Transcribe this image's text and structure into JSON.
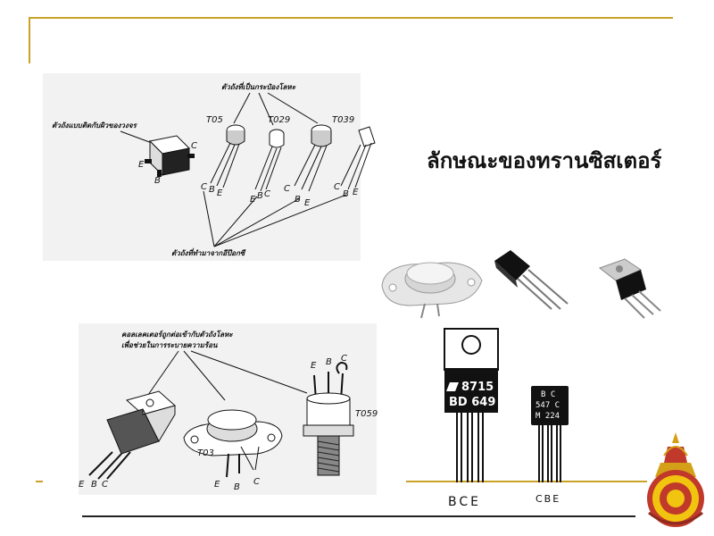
{
  "slide": {
    "title": "ลักษณะของทรานซิสเตอร์"
  },
  "top_diagram": {
    "label_metal_case": "ตัวถังที่เป็นกระป๋องโลหะ",
    "label_smd": "ตัวถังแบบติดกับผิวของวงจร",
    "label_epoxy": "ตัวถังที่ทำมาจากอีป๊อกซี",
    "packages": [
      "T05",
      "T029",
      "T039"
    ],
    "smd_pins": [
      "C",
      "E",
      "B"
    ],
    "pin_letters": [
      "C",
      "B",
      "E"
    ]
  },
  "bottom_diagram": {
    "label_collector_line1": "คอลเลคเตอร์ถูกต่อเข้ากับตัวถังโลหะ",
    "label_collector_line2": "เพื่อช่วยในการระบายความร้อน",
    "package_t03": "T03",
    "package_t059": "T059",
    "to220_pins": [
      "E",
      "B",
      "C"
    ],
    "t03_pins": [
      "E",
      "B",
      "C"
    ],
    "t059_pins": [
      "E",
      "B",
      "C"
    ]
  },
  "large_transistor": {
    "marking_line1": "8715",
    "marking_line2": "BD 649",
    "pin_label": "BCE"
  },
  "small_transistor": {
    "marking_line1": "B C",
    "marking_line2": "547 C",
    "marking_line3": "M 224",
    "pin_label": "CBE"
  },
  "colors": {
    "frame_accent": "#c9a227",
    "logo_red": "#c0392b",
    "logo_gold": "#d4a017"
  }
}
